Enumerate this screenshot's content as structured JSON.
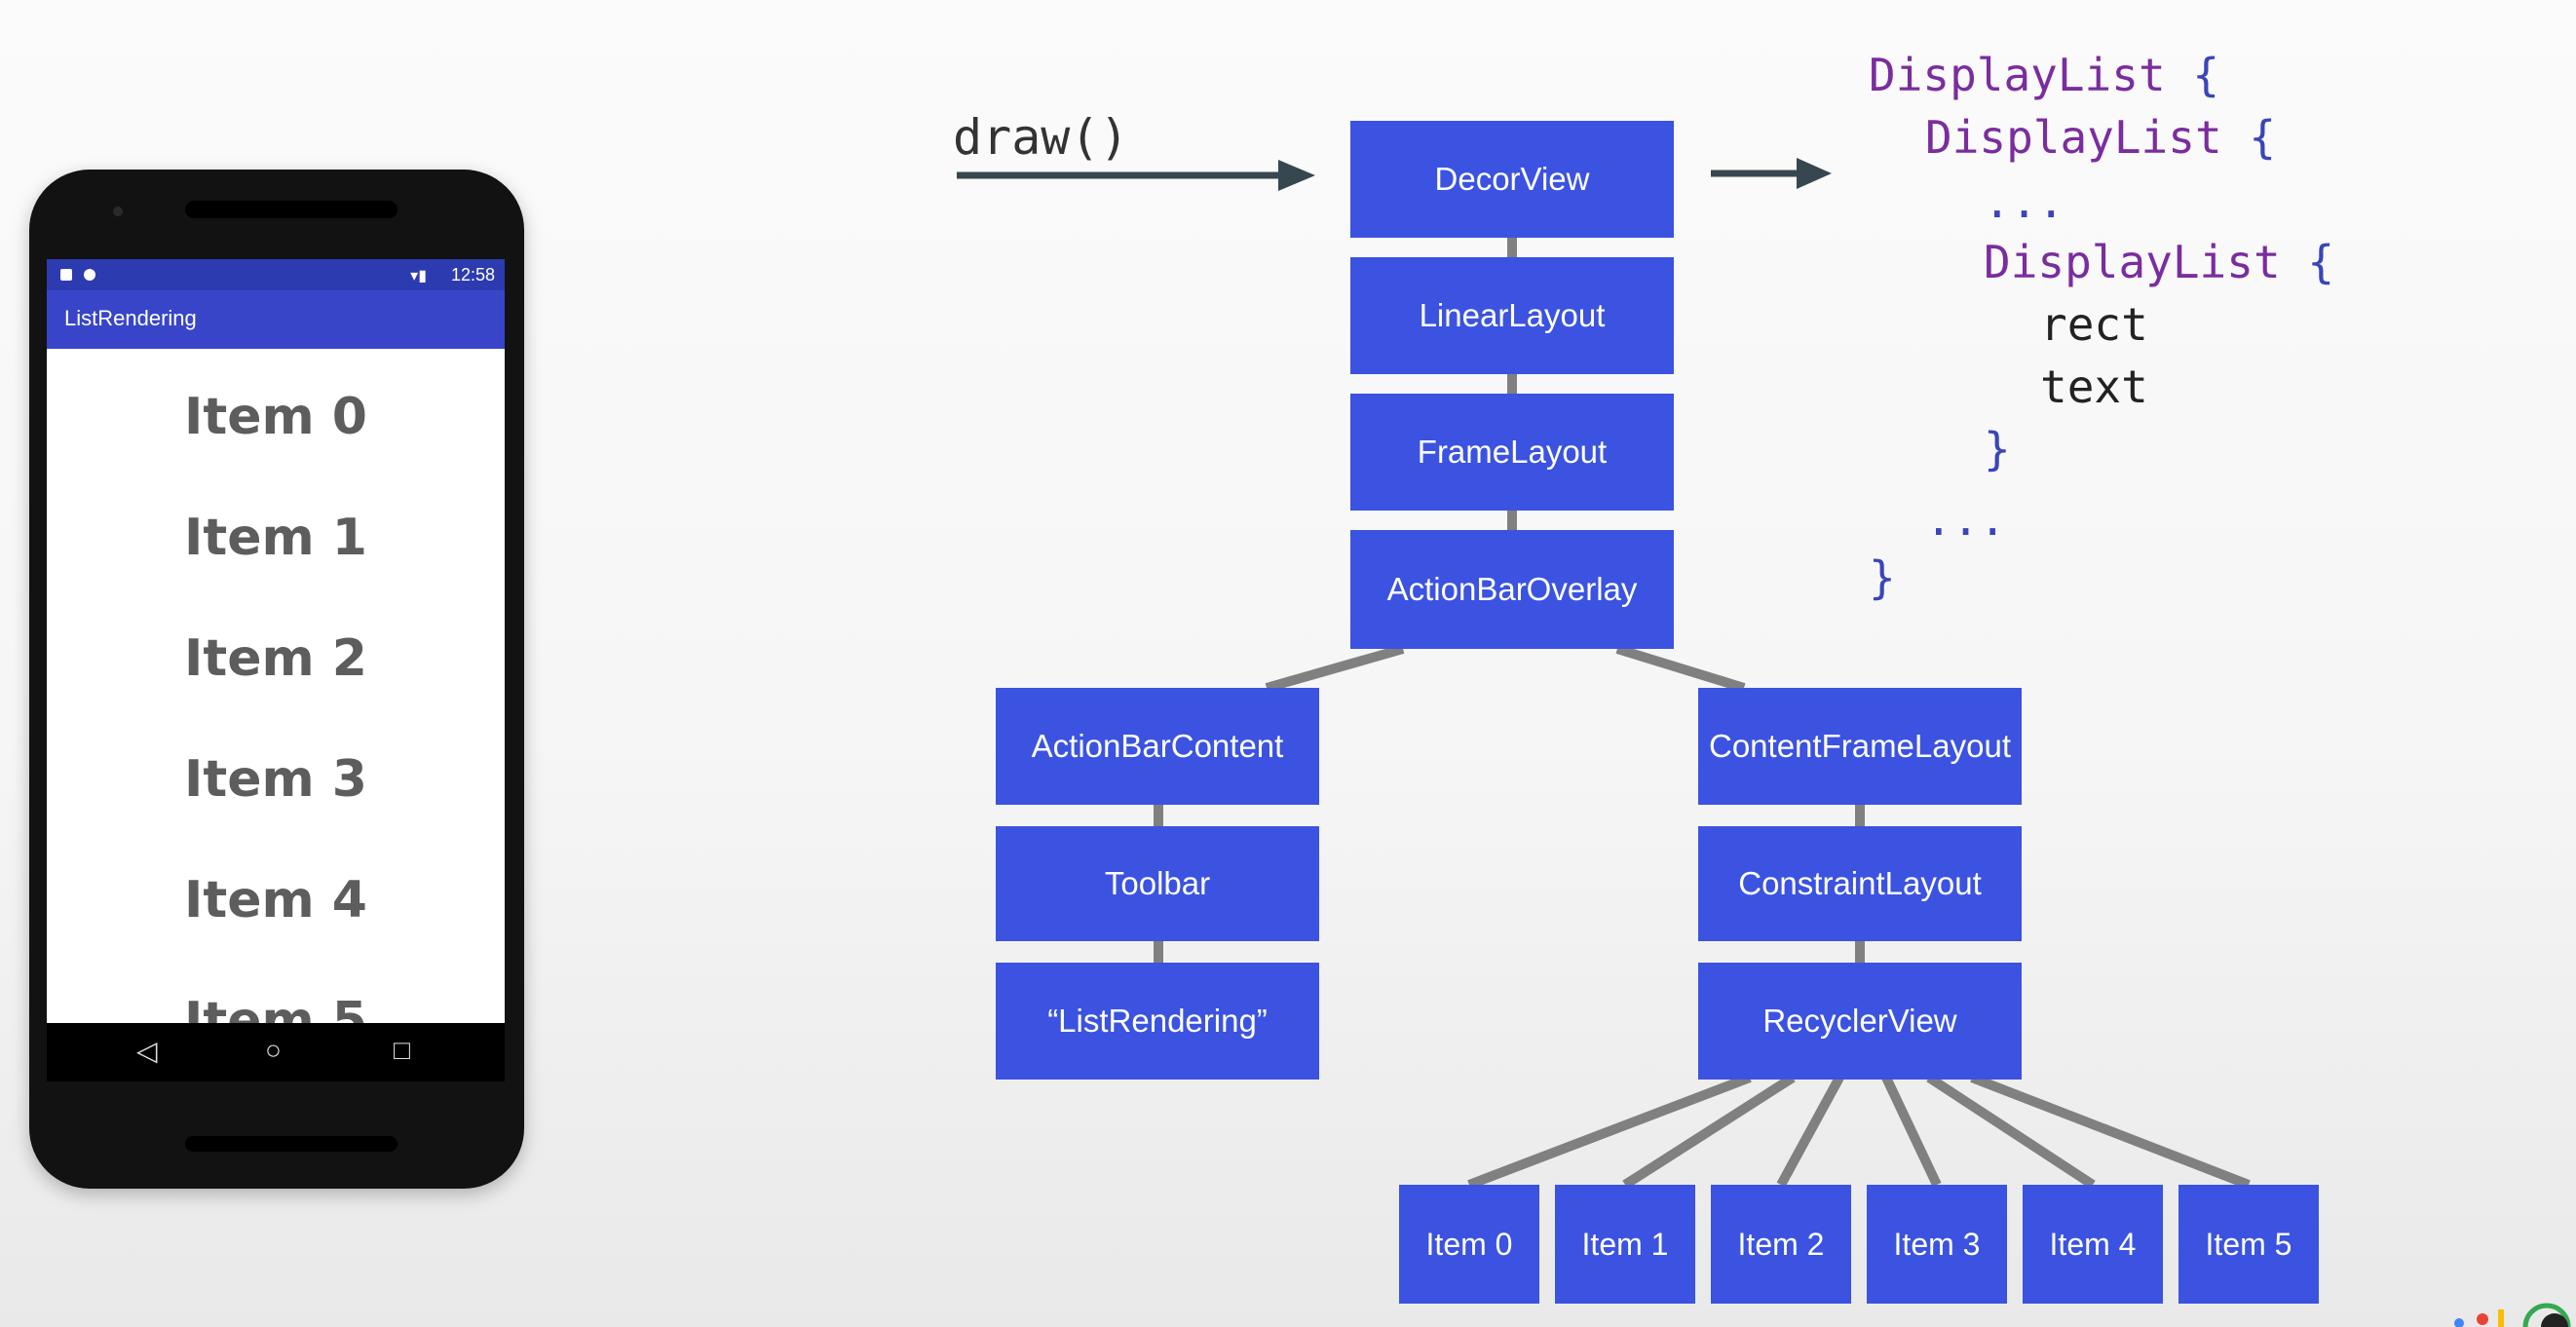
{
  "phone": {
    "status_time": "12:58",
    "app_title": "ListRendering",
    "items": [
      "Item 0",
      "Item 1",
      "Item 2",
      "Item 3",
      "Item 4",
      "Item 5"
    ],
    "nav": {
      "back": "◁",
      "home": "○",
      "recent": "□"
    }
  },
  "diagram": {
    "draw_call": "draw()",
    "nodes": {
      "decor_view": "DecorView",
      "linear_layout": "LinearLayout",
      "frame_layout": "FrameLayout",
      "action_bar_overlay": "ActionBarOverlay",
      "action_bar_content": "ActionBarContent",
      "toolbar": "Toolbar",
      "list_rendering": "“ListRendering”",
      "content_frame_layout": "ContentFrameLayout",
      "constraint_layout": "ConstraintLayout",
      "recycler_view": "RecyclerView",
      "items": [
        "Item 0",
        "Item 1",
        "Item 2",
        "Item 3",
        "Item 4",
        "Item 5"
      ]
    }
  },
  "code": {
    "line1_kw": "DisplayList",
    "line1_brace": " {",
    "line2_kw": "DisplayList",
    "line2_brace": " {",
    "line3": "...",
    "line4_kw": "DisplayList",
    "line4_brace": " {",
    "line5": "rect",
    "line6": "text",
    "line7": "}",
    "line8": "...",
    "line9": "}"
  },
  "colors": {
    "node": "#3b53e0",
    "keyword": "#7a2d9e",
    "brace": "#3a45b8",
    "connector": "#808080",
    "app_bar": "#3845c9"
  }
}
